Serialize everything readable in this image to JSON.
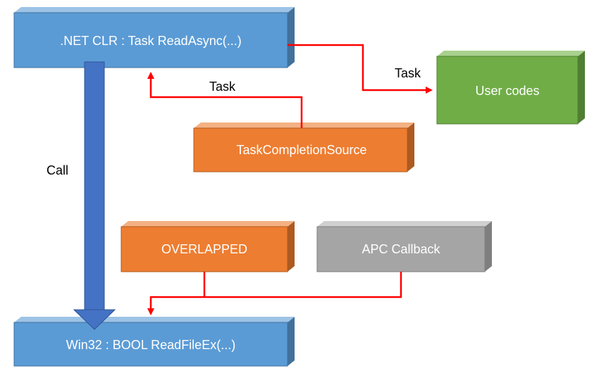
{
  "diagram": {
    "boxes": {
      "dotnet_clr": {
        "label": ".NET CLR : Task ReadAsync(...)",
        "color": "#5b9bd5"
      },
      "user_codes": {
        "label": "User codes",
        "color": "#70ad47"
      },
      "task_completion_source": {
        "label": "TaskCompletionSource",
        "color": "#ed7d31"
      },
      "overlapped": {
        "label": "OVERLAPPED",
        "color": "#ed7d31"
      },
      "apc_callback": {
        "label": "APC Callback",
        "color": "#a5a5a5"
      },
      "win32": {
        "label": "Win32 : BOOL ReadFileEx(...)",
        "color": "#5b9bd5"
      }
    },
    "labels": {
      "task_to_user": "Task",
      "task_from_tcs": "Task",
      "call": "Call"
    },
    "colors": {
      "arrow_red": "#ff0000",
      "call_arrow": "#4472c4"
    }
  }
}
